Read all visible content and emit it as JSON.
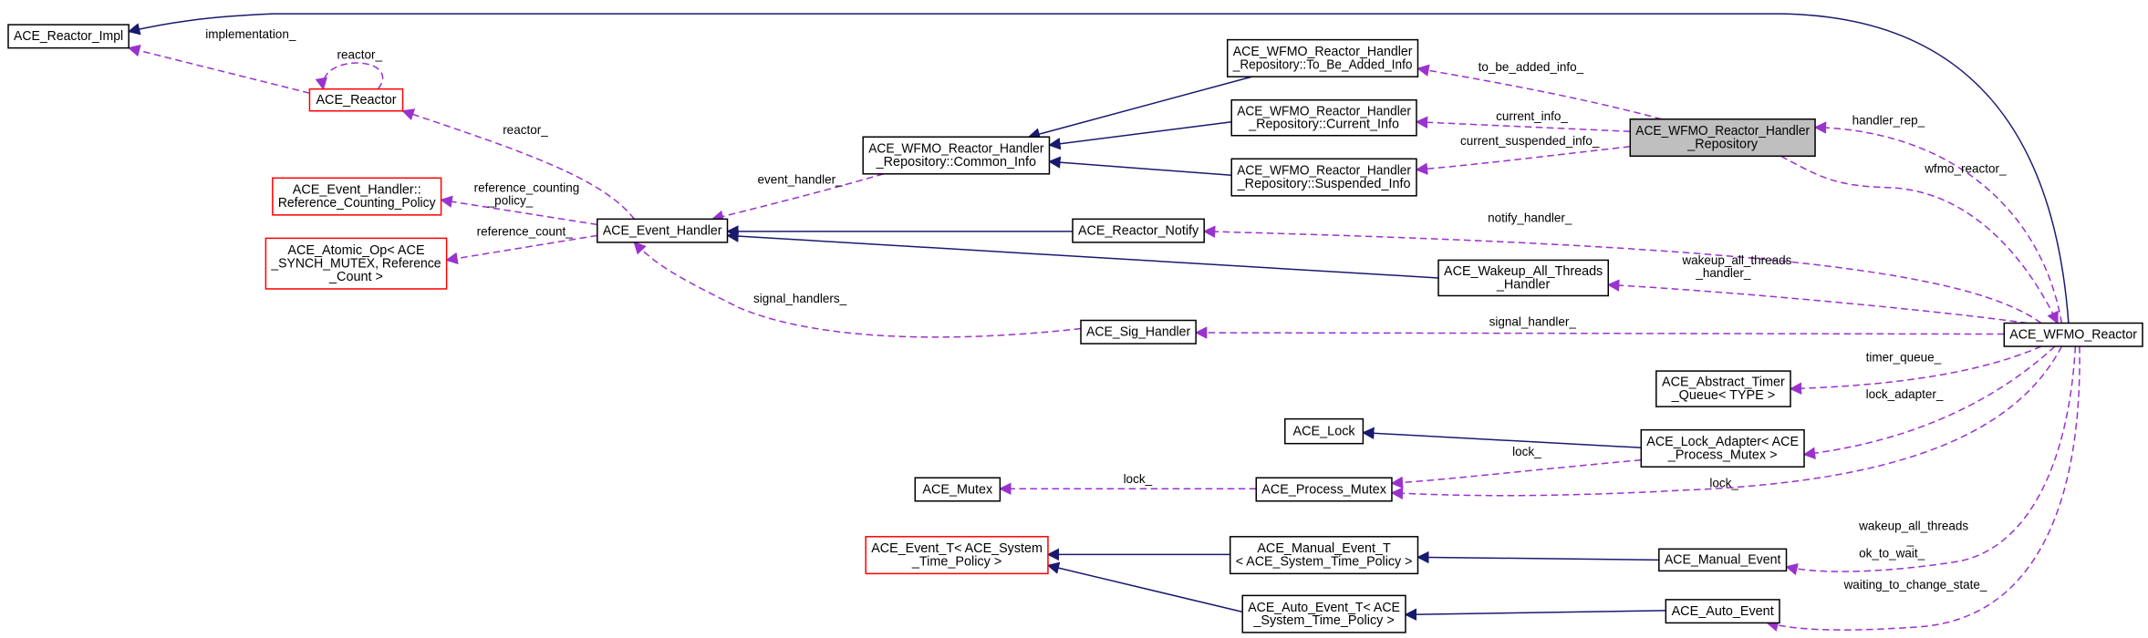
{
  "colors": {
    "inheritance": "#191970",
    "usage": "#9a32cd",
    "node_border": "#000000",
    "incomplete_border": "#ff0000",
    "focus_fill": "#bfbfbf",
    "node_fill": "#ffffff"
  },
  "nodes": [
    {
      "id": "impl",
      "lines": [
        "ACE_Reactor_Impl"
      ],
      "style": "normal"
    },
    {
      "id": "reactor",
      "lines": [
        "ACE_Reactor"
      ],
      "style": "red"
    },
    {
      "id": "ehpolicy",
      "lines": [
        "ACE_Event_Handler::",
        "Reference_Counting_Policy"
      ],
      "style": "red"
    },
    {
      "id": "atomic",
      "lines": [
        "ACE_Atomic_Op< ACE",
        "_SYNCH_MUTEX, Reference",
        "_Count >"
      ],
      "style": "red"
    },
    {
      "id": "eh",
      "lines": [
        "ACE_Event_Handler"
      ],
      "style": "normal"
    },
    {
      "id": "common",
      "lines": [
        "ACE_WFMO_Reactor_Handler",
        "_Repository::Common_Info"
      ],
      "style": "normal"
    },
    {
      "id": "tobeadded",
      "lines": [
        "ACE_WFMO_Reactor_Handler",
        "_Repository::To_Be_Added_Info"
      ],
      "style": "normal"
    },
    {
      "id": "current",
      "lines": [
        "ACE_WFMO_Reactor_Handler",
        "_Repository::Current_Info"
      ],
      "style": "normal"
    },
    {
      "id": "suspended",
      "lines": [
        "ACE_WFMO_Reactor_Handler",
        "_Repository::Suspended_Info"
      ],
      "style": "normal"
    },
    {
      "id": "repo",
      "lines": [
        "ACE_WFMO_Reactor_Handler",
        "_Repository"
      ],
      "style": "focus"
    },
    {
      "id": "notify",
      "lines": [
        "ACE_Reactor_Notify"
      ],
      "style": "normal"
    },
    {
      "id": "wakeup",
      "lines": [
        "ACE_Wakeup_All_Threads",
        "_Handler"
      ],
      "style": "normal"
    },
    {
      "id": "sig",
      "lines": [
        "ACE_Sig_Handler"
      ],
      "style": "normal"
    },
    {
      "id": "wfmo",
      "lines": [
        "ACE_WFMO_Reactor"
      ],
      "style": "normal"
    },
    {
      "id": "timer",
      "lines": [
        "ACE_Abstract_Timer",
        "_Queue< TYPE >"
      ],
      "style": "normal"
    },
    {
      "id": "lock",
      "lines": [
        "ACE_Lock"
      ],
      "style": "normal"
    },
    {
      "id": "lockadapter",
      "lines": [
        "ACE_Lock_Adapter< ACE",
        "_Process_Mutex >"
      ],
      "style": "normal"
    },
    {
      "id": "mutex",
      "lines": [
        "ACE_Mutex"
      ],
      "style": "normal"
    },
    {
      "id": "procmutex",
      "lines": [
        "ACE_Process_Mutex"
      ],
      "style": "normal"
    },
    {
      "id": "eventT",
      "lines": [
        "ACE_Event_T< ACE_System",
        "_Time_Policy >"
      ],
      "style": "red"
    },
    {
      "id": "manualT",
      "lines": [
        "ACE_Manual_Event_T",
        "< ACE_System_Time_Policy >"
      ],
      "style": "normal"
    },
    {
      "id": "autoT",
      "lines": [
        "ACE_Auto_Event_T< ACE",
        "_System_Time_Policy >"
      ],
      "style": "normal"
    },
    {
      "id": "manual",
      "lines": [
        "ACE_Manual_Event"
      ],
      "style": "normal"
    },
    {
      "id": "auto",
      "lines": [
        "ACE_Auto_Event"
      ],
      "style": "normal"
    }
  ],
  "edges": [
    {
      "from": "wfmo",
      "to": "impl",
      "kind": "inheritance",
      "label": []
    },
    {
      "from": "reactor",
      "to": "impl",
      "kind": "usage",
      "label": [
        "implementation_"
      ]
    },
    {
      "from": "reactor",
      "to": "reactor",
      "kind": "usage",
      "label": [
        "reactor_"
      ]
    },
    {
      "from": "eh",
      "to": "reactor",
      "kind": "usage",
      "label": [
        "reactor_"
      ]
    },
    {
      "from": "eh",
      "to": "ehpolicy",
      "kind": "usage",
      "label": [
        "reference_counting",
        "_policy_"
      ]
    },
    {
      "from": "eh",
      "to": "atomic",
      "kind": "usage",
      "label": [
        "reference_count_"
      ]
    },
    {
      "from": "common",
      "to": "eh",
      "kind": "usage",
      "label": [
        "event_handler_"
      ]
    },
    {
      "from": "tobeadded",
      "to": "common",
      "kind": "inheritance",
      "label": []
    },
    {
      "from": "current",
      "to": "common",
      "kind": "inheritance",
      "label": []
    },
    {
      "from": "suspended",
      "to": "common",
      "kind": "inheritance",
      "label": []
    },
    {
      "from": "notify",
      "to": "eh",
      "kind": "inheritance",
      "label": []
    },
    {
      "from": "wakeup",
      "to": "eh",
      "kind": "inheritance",
      "label": []
    },
    {
      "from": "sig",
      "to": "eh",
      "kind": "usage",
      "label": [
        "signal_handlers_"
      ]
    },
    {
      "from": "repo",
      "to": "tobeadded",
      "kind": "usage",
      "label": [
        "to_be_added_info_"
      ]
    },
    {
      "from": "repo",
      "to": "current",
      "kind": "usage",
      "label": [
        "current_info_"
      ]
    },
    {
      "from": "repo",
      "to": "suspended",
      "kind": "usage",
      "label": [
        "current_suspended_info_"
      ]
    },
    {
      "from": "wfmo",
      "to": "repo",
      "kind": "usage",
      "label": [
        "handler_rep_"
      ]
    },
    {
      "from": "repo",
      "to": "wfmo",
      "kind": "usage",
      "label": [
        "wfmo_reactor_"
      ]
    },
    {
      "from": "wfmo",
      "to": "notify",
      "kind": "usage",
      "label": [
        "notify_handler_"
      ]
    },
    {
      "from": "wfmo",
      "to": "wakeup",
      "kind": "usage",
      "label": [
        "wakeup_all_threads",
        "_handler_"
      ]
    },
    {
      "from": "wfmo",
      "to": "sig",
      "kind": "usage",
      "label": [
        "signal_handler_"
      ]
    },
    {
      "from": "wfmo",
      "to": "timer",
      "kind": "usage",
      "label": [
        "timer_queue_"
      ]
    },
    {
      "from": "wfmo",
      "to": "lockadapter",
      "kind": "usage",
      "label": [
        "lock_adapter_"
      ]
    },
    {
      "from": "wfmo",
      "to": "procmutex",
      "kind": "usage",
      "label": [
        "lock_"
      ]
    },
    {
      "from": "lockadapter",
      "to": "procmutex",
      "kind": "usage",
      "label": [
        "lock_"
      ]
    },
    {
      "from": "lockadapter",
      "to": "lock",
      "kind": "inheritance",
      "label": []
    },
    {
      "from": "procmutex",
      "to": "mutex",
      "kind": "usage",
      "label": [
        "lock_"
      ]
    },
    {
      "from": "manualT",
      "to": "eventT",
      "kind": "inheritance",
      "label": []
    },
    {
      "from": "autoT",
      "to": "eventT",
      "kind": "inheritance",
      "label": []
    },
    {
      "from": "manual",
      "to": "manualT",
      "kind": "inheritance",
      "label": []
    },
    {
      "from": "auto",
      "to": "autoT",
      "kind": "inheritance",
      "label": []
    },
    {
      "from": "wfmo",
      "to": "manual",
      "kind": "usage",
      "label": [
        "wakeup_all_threads",
        "_",
        "ok_to_wait_"
      ]
    },
    {
      "from": "wfmo",
      "to": "auto",
      "kind": "usage",
      "label": [
        "waiting_to_change_state_"
      ]
    }
  ]
}
